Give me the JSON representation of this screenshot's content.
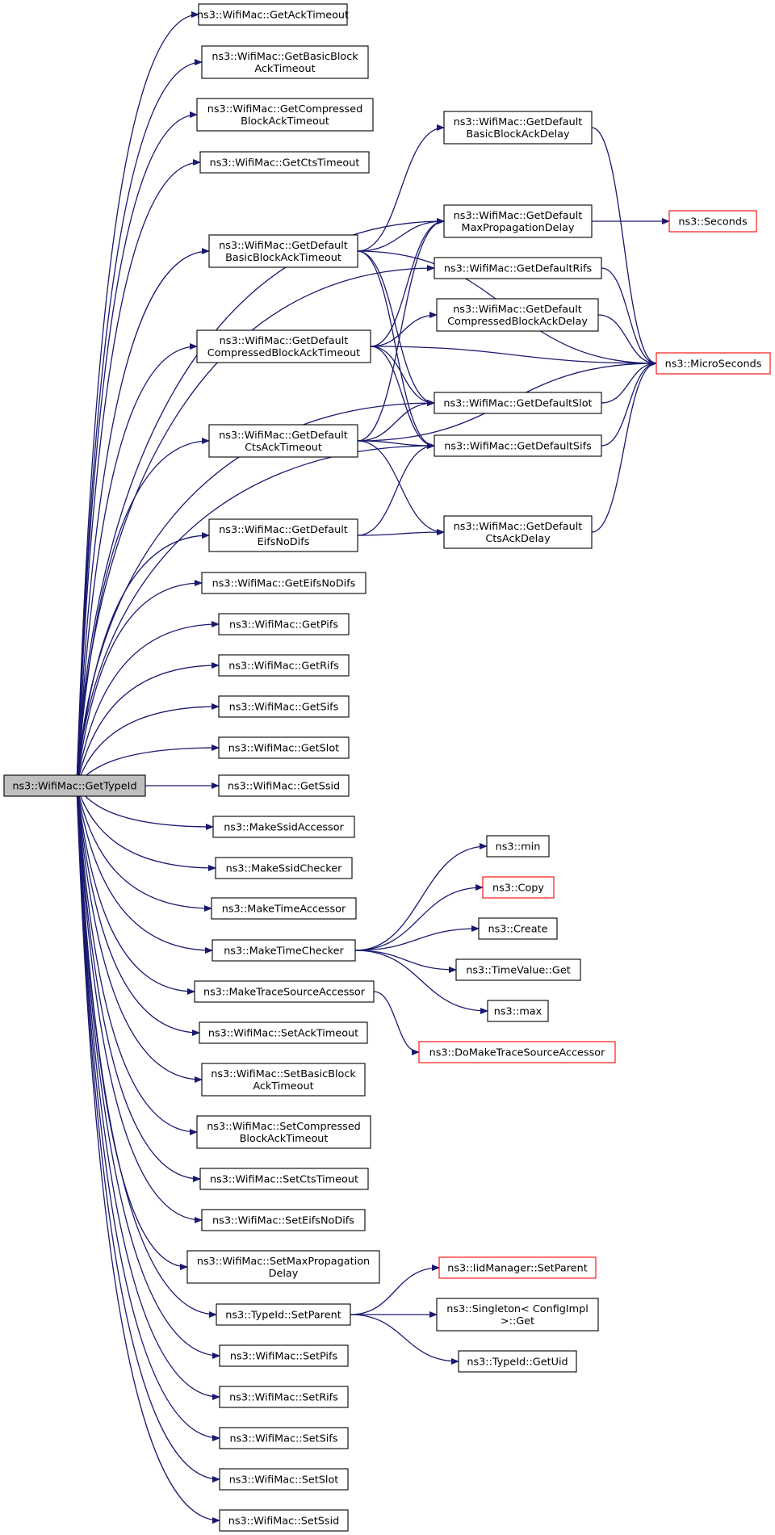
{
  "nodes": [
    {
      "id": "GetTypeId",
      "lines": [
        "ns3::WifiMac::GetTypeId"
      ],
      "style": "root"
    },
    {
      "id": "GetAckTimeout",
      "lines": [
        "ns3::WifiMac::GetAckTimeout"
      ]
    },
    {
      "id": "GetBasicBlockAckTimeout",
      "lines": [
        "ns3::WifiMac::GetBasicBlock",
        "AckTimeout"
      ]
    },
    {
      "id": "GetCompressedBlockAckTimeout",
      "lines": [
        "ns3::WifiMac::GetCompressed",
        "BlockAckTimeout"
      ]
    },
    {
      "id": "GetCtsTimeout",
      "lines": [
        "ns3::WifiMac::GetCtsTimeout"
      ]
    },
    {
      "id": "GetDefaultBasicBlockAckTimeout",
      "lines": [
        "ns3::WifiMac::GetDefault",
        "BasicBlockAckTimeout"
      ]
    },
    {
      "id": "GetDefaultCompressedBlockAckTimeout",
      "lines": [
        "ns3::WifiMac::GetDefault",
        "CompressedBlockAckTimeout"
      ]
    },
    {
      "id": "GetDefaultCtsAckTimeout",
      "lines": [
        "ns3::WifiMac::GetDefault",
        "CtsAckTimeout"
      ]
    },
    {
      "id": "GetDefaultEifsNoDifs",
      "lines": [
        "ns3::WifiMac::GetDefault",
        "EifsNoDifs"
      ]
    },
    {
      "id": "GetEifsNoDifs",
      "lines": [
        "ns3::WifiMac::GetEifsNoDifs"
      ]
    },
    {
      "id": "GetPifs",
      "lines": [
        "ns3::WifiMac::GetPifs"
      ]
    },
    {
      "id": "GetRifs",
      "lines": [
        "ns3::WifiMac::GetRifs"
      ]
    },
    {
      "id": "GetSifs",
      "lines": [
        "ns3::WifiMac::GetSifs"
      ]
    },
    {
      "id": "GetSlot",
      "lines": [
        "ns3::WifiMac::GetSlot"
      ]
    },
    {
      "id": "GetSsid",
      "lines": [
        "ns3::WifiMac::GetSsid"
      ]
    },
    {
      "id": "MakeSsidAccessor",
      "lines": [
        "ns3::MakeSsidAccessor"
      ]
    },
    {
      "id": "MakeSsidChecker",
      "lines": [
        "ns3::MakeSsidChecker"
      ]
    },
    {
      "id": "MakeTimeAccessor",
      "lines": [
        "ns3::MakeTimeAccessor"
      ]
    },
    {
      "id": "MakeTimeChecker",
      "lines": [
        "ns3::MakeTimeChecker"
      ]
    },
    {
      "id": "MakeTraceSourceAccessor",
      "lines": [
        "ns3::MakeTraceSourceAccessor"
      ]
    },
    {
      "id": "SetAckTimeout",
      "lines": [
        "ns3::WifiMac::SetAckTimeout"
      ]
    },
    {
      "id": "SetBasicBlockAckTimeout",
      "lines": [
        "ns3::WifiMac::SetBasicBlock",
        "AckTimeout"
      ]
    },
    {
      "id": "SetCompressedBlockAckTimeout",
      "lines": [
        "ns3::WifiMac::SetCompressed",
        "BlockAckTimeout"
      ]
    },
    {
      "id": "SetCtsTimeout",
      "lines": [
        "ns3::WifiMac::SetCtsTimeout"
      ]
    },
    {
      "id": "SetEifsNoDifs",
      "lines": [
        "ns3::WifiMac::SetEifsNoDifs"
      ]
    },
    {
      "id": "SetMaxPropagationDelay",
      "lines": [
        "ns3::WifiMac::SetMaxPropagation",
        "Delay"
      ]
    },
    {
      "id": "TypeIdSetParent",
      "lines": [
        "ns3::TypeId::SetParent"
      ]
    },
    {
      "id": "SetPifs",
      "lines": [
        "ns3::WifiMac::SetPifs"
      ]
    },
    {
      "id": "SetRifs",
      "lines": [
        "ns3::WifiMac::SetRifs"
      ]
    },
    {
      "id": "SetSifs",
      "lines": [
        "ns3::WifiMac::SetSifs"
      ]
    },
    {
      "id": "SetSlot",
      "lines": [
        "ns3::WifiMac::SetSlot"
      ]
    },
    {
      "id": "SetSsid",
      "lines": [
        "ns3::WifiMac::SetSsid"
      ]
    },
    {
      "id": "GetDefaultBasicBlockAckDelay",
      "lines": [
        "ns3::WifiMac::GetDefault",
        "BasicBlockAckDelay"
      ]
    },
    {
      "id": "GetDefaultMaxPropagationDelay",
      "lines": [
        "ns3::WifiMac::GetDefault",
        "MaxPropagationDelay"
      ]
    },
    {
      "id": "GetDefaultRifs",
      "lines": [
        "ns3::WifiMac::GetDefaultRifs"
      ]
    },
    {
      "id": "GetDefaultCompressedBlockAckDelay",
      "lines": [
        "ns3::WifiMac::GetDefault",
        "CompressedBlockAckDelay"
      ]
    },
    {
      "id": "GetDefaultSlot",
      "lines": [
        "ns3::WifiMac::GetDefaultSlot"
      ]
    },
    {
      "id": "GetDefaultSifs",
      "lines": [
        "ns3::WifiMac::GetDefaultSifs"
      ]
    },
    {
      "id": "GetDefaultCtsAckDelay",
      "lines": [
        "ns3::WifiMac::GetDefault",
        "CtsAckDelay"
      ]
    },
    {
      "id": "Seconds",
      "lines": [
        "ns3::Seconds"
      ],
      "style": "red"
    },
    {
      "id": "MicroSeconds",
      "lines": [
        "ns3::MicroSeconds"
      ],
      "style": "red"
    },
    {
      "id": "min",
      "lines": [
        "ns3::min"
      ]
    },
    {
      "id": "Copy",
      "lines": [
        "ns3::Copy"
      ],
      "style": "red"
    },
    {
      "id": "Create",
      "lines": [
        "ns3::Create"
      ]
    },
    {
      "id": "TimeValueGet",
      "lines": [
        "ns3::TimeValue::Get"
      ]
    },
    {
      "id": "max",
      "lines": [
        "ns3::max"
      ]
    },
    {
      "id": "DoMakeTraceSourceAccessor",
      "lines": [
        "ns3::DoMakeTraceSourceAccessor"
      ],
      "style": "red"
    },
    {
      "id": "IidManagerSetParent",
      "lines": [
        "ns3::IidManager::SetParent"
      ],
      "style": "red"
    },
    {
      "id": "SingletonGet",
      "lines": [
        "ns3::Singleton< ConfigImpl",
        " >::Get"
      ]
    },
    {
      "id": "TypeIdGetUid",
      "lines": [
        "ns3::TypeId::GetUid"
      ]
    }
  ],
  "edges": [
    [
      "GetTypeId",
      "GetAckTimeout"
    ],
    [
      "GetTypeId",
      "GetBasicBlockAckTimeout"
    ],
    [
      "GetTypeId",
      "GetCompressedBlockAckTimeout"
    ],
    [
      "GetTypeId",
      "GetCtsTimeout"
    ],
    [
      "GetTypeId",
      "GetDefaultMaxPropagationDelay"
    ],
    [
      "GetTypeId",
      "GetDefaultBasicBlockAckTimeout"
    ],
    [
      "GetTypeId",
      "GetDefaultRifs"
    ],
    [
      "GetTypeId",
      "GetDefaultCompressedBlockAckTimeout"
    ],
    [
      "GetTypeId",
      "GetDefaultSlot"
    ],
    [
      "GetTypeId",
      "GetDefaultCtsAckTimeout"
    ],
    [
      "GetTypeId",
      "GetDefaultSifs"
    ],
    [
      "GetTypeId",
      "GetDefaultEifsNoDifs"
    ],
    [
      "GetTypeId",
      "GetEifsNoDifs"
    ],
    [
      "GetTypeId",
      "GetPifs"
    ],
    [
      "GetTypeId",
      "GetRifs"
    ],
    [
      "GetTypeId",
      "GetSifs"
    ],
    [
      "GetTypeId",
      "GetSlot"
    ],
    [
      "GetTypeId",
      "GetSsid"
    ],
    [
      "GetTypeId",
      "MakeSsidAccessor"
    ],
    [
      "GetTypeId",
      "MakeSsidChecker"
    ],
    [
      "GetTypeId",
      "MakeTimeAccessor"
    ],
    [
      "GetTypeId",
      "MakeTimeChecker"
    ],
    [
      "GetTypeId",
      "MakeTraceSourceAccessor"
    ],
    [
      "GetTypeId",
      "SetAckTimeout"
    ],
    [
      "GetTypeId",
      "SetBasicBlockAckTimeout"
    ],
    [
      "GetTypeId",
      "SetCompressedBlockAckTimeout"
    ],
    [
      "GetTypeId",
      "SetCtsTimeout"
    ],
    [
      "GetTypeId",
      "SetEifsNoDifs"
    ],
    [
      "GetTypeId",
      "SetMaxPropagationDelay"
    ],
    [
      "GetTypeId",
      "TypeIdSetParent"
    ],
    [
      "GetTypeId",
      "SetPifs"
    ],
    [
      "GetTypeId",
      "SetRifs"
    ],
    [
      "GetTypeId",
      "SetSifs"
    ],
    [
      "GetTypeId",
      "SetSlot"
    ],
    [
      "GetTypeId",
      "SetSsid"
    ],
    [
      "GetDefaultBasicBlockAckTimeout",
      "GetDefaultBasicBlockAckDelay"
    ],
    [
      "GetDefaultBasicBlockAckTimeout",
      "GetDefaultMaxPropagationDelay"
    ],
    [
      "GetDefaultBasicBlockAckTimeout",
      "MicroSeconds"
    ],
    [
      "GetDefaultBasicBlockAckTimeout",
      "GetDefaultSlot"
    ],
    [
      "GetDefaultBasicBlockAckTimeout",
      "GetDefaultSifs"
    ],
    [
      "GetDefaultCompressedBlockAckTimeout",
      "GetDefaultMaxPropagationDelay"
    ],
    [
      "GetDefaultCompressedBlockAckTimeout",
      "GetDefaultCompressedBlockAckDelay"
    ],
    [
      "GetDefaultCompressedBlockAckTimeout",
      "MicroSeconds"
    ],
    [
      "GetDefaultCompressedBlockAckTimeout",
      "GetDefaultSlot"
    ],
    [
      "GetDefaultCompressedBlockAckTimeout",
      "GetDefaultSifs"
    ],
    [
      "GetDefaultCtsAckTimeout",
      "GetDefaultMaxPropagationDelay"
    ],
    [
      "GetDefaultCtsAckTimeout",
      "GetDefaultSlot"
    ],
    [
      "GetDefaultCtsAckTimeout",
      "GetDefaultSifs"
    ],
    [
      "GetDefaultCtsAckTimeout",
      "MicroSeconds"
    ],
    [
      "GetDefaultCtsAckTimeout",
      "GetDefaultCtsAckDelay"
    ],
    [
      "GetDefaultEifsNoDifs",
      "GetDefaultSifs"
    ],
    [
      "GetDefaultEifsNoDifs",
      "GetDefaultCtsAckDelay"
    ],
    [
      "GetDefaultBasicBlockAckDelay",
      "MicroSeconds"
    ],
    [
      "GetDefaultMaxPropagationDelay",
      "Seconds"
    ],
    [
      "GetDefaultRifs",
      "MicroSeconds"
    ],
    [
      "GetDefaultCompressedBlockAckDelay",
      "MicroSeconds"
    ],
    [
      "GetDefaultSlot",
      "MicroSeconds"
    ],
    [
      "GetDefaultSifs",
      "MicroSeconds"
    ],
    [
      "GetDefaultCtsAckDelay",
      "MicroSeconds"
    ],
    [
      "MakeTimeChecker",
      "min"
    ],
    [
      "MakeTimeChecker",
      "Copy"
    ],
    [
      "MakeTimeChecker",
      "Create"
    ],
    [
      "MakeTimeChecker",
      "TimeValueGet"
    ],
    [
      "MakeTimeChecker",
      "max"
    ],
    [
      "MakeTraceSourceAccessor",
      "DoMakeTraceSourceAccessor"
    ],
    [
      "TypeIdSetParent",
      "IidManagerSetParent"
    ],
    [
      "TypeIdSetParent",
      "SingletonGet"
    ],
    [
      "TypeIdSetParent",
      "TypeIdGetUid"
    ]
  ]
}
